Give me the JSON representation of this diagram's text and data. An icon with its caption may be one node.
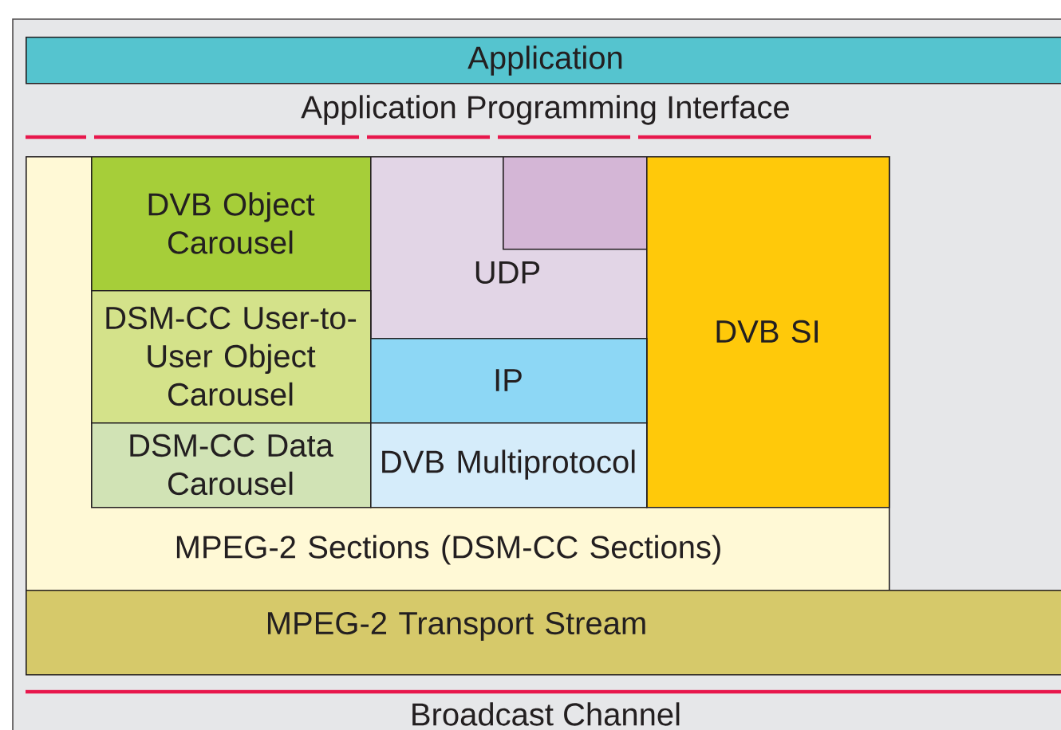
{
  "diagram": {
    "nodes": [
      {
        "text": [
          "Application"
        ]
      },
      {
        "text": [
          "MPEG-2 Sections (DSM-CC Sections)"
        ]
      },
      {
        "text": [
          "DVB Object Carousel"
        ],
        "in": 1
      },
      {
        "text": [
          "UDP"
        ],
        "in": 1
      },
      {
        "text": [],
        "shape": "box",
        "in": 3
      },
      {
        "text": [
          "DVB SI"
        ],
        "in": 1
      },
      {
        "text": [
          "DSM-CC User-to-User Object Carousel"
        ],
        "in": 1
      },
      {
        "text": [
          "IP"
        ],
        "in": 1
      },
      {
        "text": [
          "DSM-CC Data Carousel"
        ],
        "in": 1
      },
      {
        "text": [
          "DVB Multiprotocol"
        ],
        "in": 1
      },
      {
        "text": [
          "MPEG-2 Transport Stream"
        ]
      }
    ],
    "labels": [
      "Application Programming Interface",
      "Broadcast Channel"
    ]
  }
}
